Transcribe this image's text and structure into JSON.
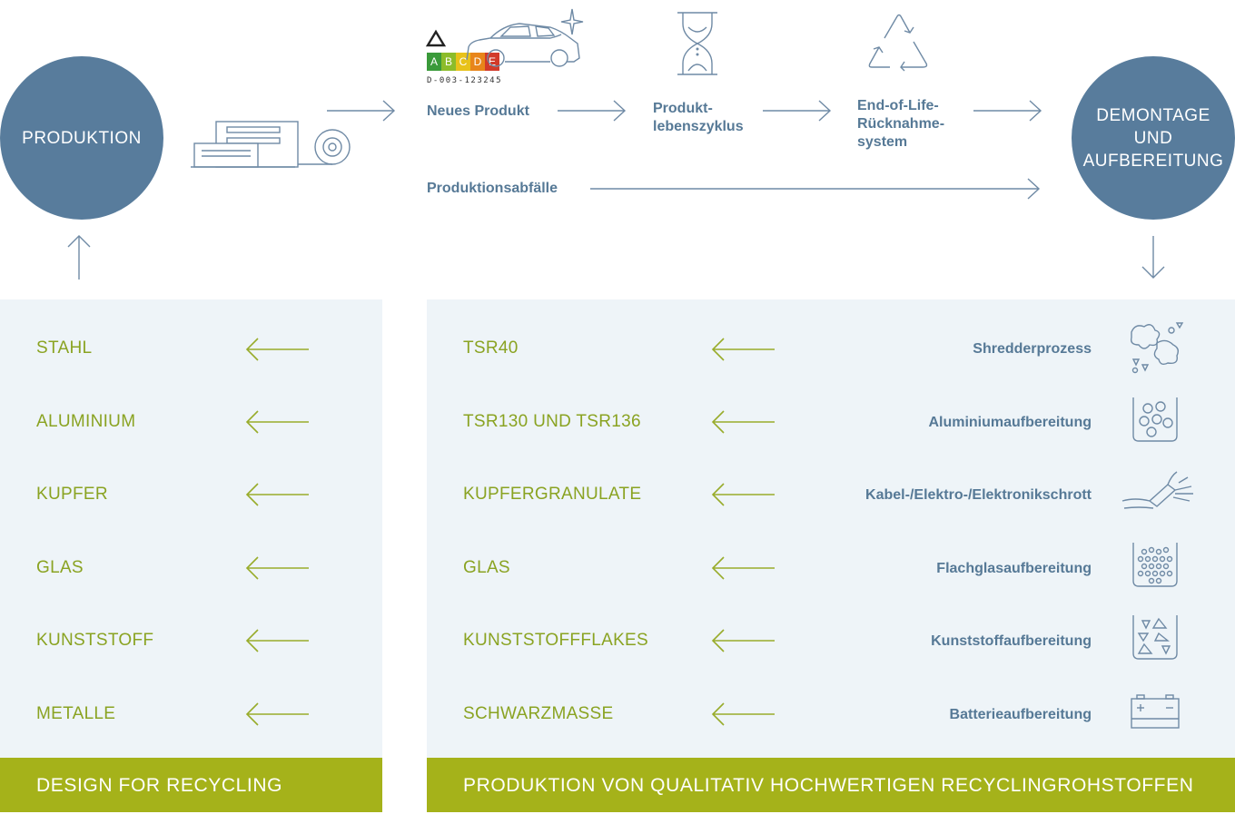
{
  "circles": {
    "produktion": "PRODUKTION",
    "demontage": "DEMONTAGE\nUND\nAUFBEREITUNG"
  },
  "flow": {
    "neues_produkt": "Neues Produkt",
    "produktlebenszyklus": "Produkt-\nlebenszyklus",
    "end_of_life": "End-of-Life-\nRücknahme-\nsystem",
    "produktionsabfaelle": "Produktionsabfälle"
  },
  "energy_label": {
    "letters": [
      "A",
      "B",
      "C",
      "D",
      "E"
    ],
    "colors": [
      "#3a9a3a",
      "#8cbc2a",
      "#e8c21a",
      "#e8851a",
      "#d23a2a"
    ],
    "code": "D-003-123245",
    "icon": "recycle-icon"
  },
  "left_panel": {
    "materials": [
      "STAHL",
      "ALUMINIUM",
      "KUPFER",
      "GLAS",
      "KUNSTSTOFF",
      "METALLE"
    ],
    "footer": "DESIGN FOR RECYCLING"
  },
  "right_panel": {
    "materials": [
      "TSR40",
      "TSR130 UND TSR136",
      "KUPFERGRANULATE",
      "GLAS",
      "KUNSTSTOFFFLAKES",
      "SCHWARZMASSE"
    ],
    "processes": [
      "Shredderprozess",
      "Aluminiumaufbereitung",
      "Kabel-/Elektro-/Elektronikschrott",
      "Flachglasaufbereitung",
      "Kunststoffaufbereitung",
      "Batterieaufbereitung"
    ],
    "process_icons": [
      "shredder-icon",
      "aluminium-beaker-icon",
      "cable-icon",
      "flat-glass-beaker-icon",
      "plastic-beaker-icon",
      "battery-icon"
    ],
    "footer": "PRODUKTION VON QUALITATIV HOCHWERTIGEN RECYCLINGROHSTOFFEN"
  },
  "colors": {
    "circle": "#587c9c",
    "panel": "#eef4f8",
    "footer": "#a5b21a",
    "material_text": "#8aa322",
    "process_text": "#567996"
  }
}
